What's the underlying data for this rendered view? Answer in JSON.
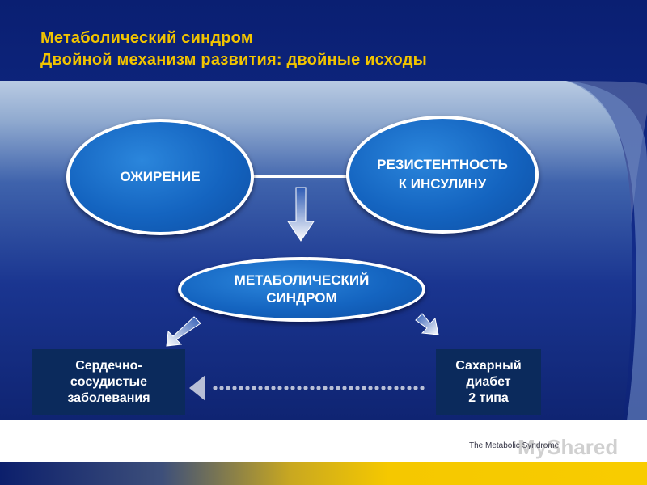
{
  "title": {
    "line1": "Метаболический синдром",
    "line2": "Двойной механизм развития: двойные исходы"
  },
  "nodes": {
    "obesity": "ОЖИРЕНИЕ",
    "resistance_line1": "РЕЗИСТЕНТНОСТЬ",
    "resistance_line2": "К ИНСУЛИНУ",
    "metabolic_line1": "МЕТАБОЛИЧЕСКИЙ",
    "metabolic_line2": "СИНДРОМ"
  },
  "outcomes": {
    "cardio_line1": "Сердечно-",
    "cardio_line2": "сосудистые",
    "cardio_line3": "заболевания",
    "diabetes_line1": "Сахарный",
    "diabetes_line2": "диабет",
    "diabetes_line3": "2 типа"
  },
  "logo": {
    "text": "The Metabolic Syndrome",
    "watermark": "MyShared"
  },
  "colors": {
    "title": "#f2c400",
    "node_fill": "#1464c0",
    "outcome_fill": "#0b2a5c",
    "bottom_stripe": "#f2c400"
  }
}
